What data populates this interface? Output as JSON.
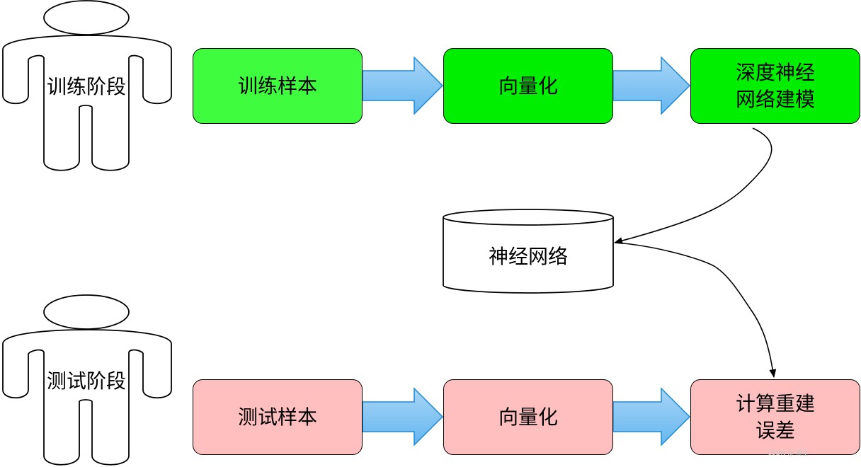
{
  "colors": {
    "train_fill": "#3ffc3f",
    "train_fill_strong": "#00ee00",
    "test_fill": "#ffbfbf",
    "arrow_light": "#a7d5f7",
    "arrow_dark": "#65b6ef",
    "arrow_stroke": "#1b8ad6"
  },
  "actors": {
    "train": {
      "label": "训练阶段",
      "icon": "person-icon"
    },
    "test": {
      "label": "测试阶段",
      "icon": "person-icon"
    }
  },
  "train_row": {
    "samples": "训练样本",
    "vectorize": "向量化",
    "model_line1": "深度神经",
    "model_line2": "网络建模"
  },
  "database": {
    "label": "神经网络",
    "icon": "cylinder-icon"
  },
  "test_row": {
    "samples": "测试样本",
    "vectorize": "向量化",
    "error_line1": "计算重建",
    "error_line2": "误差"
  },
  "watermark": "CSDN @ 博主"
}
